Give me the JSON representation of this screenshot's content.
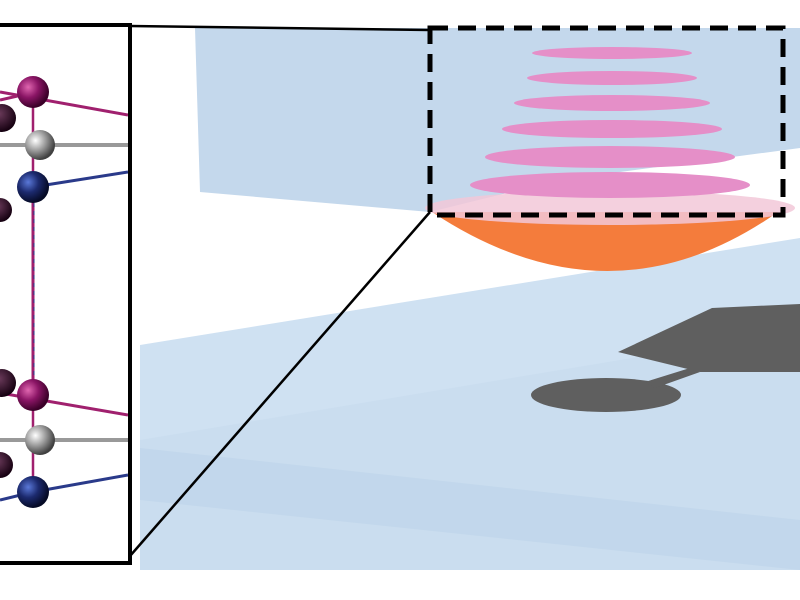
{
  "colors": {
    "plane": "#c9dcef",
    "plane_light": "#dbe9f6",
    "pink_layers": "#e58fc8",
    "orange_cap": "#f47c3c",
    "shadow": "#5f5f5f",
    "atom_magenta": "#8a1565",
    "atom_gray": "#9a9a9a",
    "atom_navy": "#1c2a6e",
    "bond_magenta": "#a0206e",
    "bond_navy": "#2a3a8a",
    "frame": "#000000"
  },
  "icons": [
    "crystal-structure",
    "layered-droplet",
    "shadow-device"
  ]
}
